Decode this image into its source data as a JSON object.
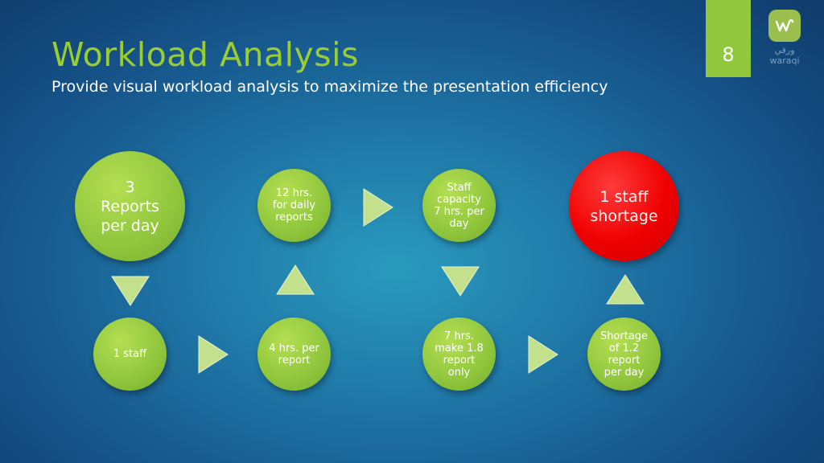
{
  "slide": {
    "title": "Workload Analysis",
    "subtitle": "Provide visual workload analysis to maximize the presentation efficiency",
    "page_number": "8"
  },
  "logo": {
    "text": "ورقي\nwaraqi"
  },
  "colors": {
    "green": "#92c83e",
    "red": "#f00000",
    "title": "#9acd32"
  },
  "nodes": {
    "reports_per_day": "3\nReports\nper day",
    "one_staff": "1 staff",
    "four_hrs": "4 hrs. per\nreport",
    "twelve_hrs": "12 hrs.\nfor daily\nreports",
    "staff_capacity": "Staff\ncapacity\n7 hrs. per\nday",
    "seven_hrs": "7 hrs.\nmake 1.8\nreport\nonly",
    "shortage": "Shortage\nof 1.2\nreport\nper day",
    "staff_shortage": "1 staff\nshortage"
  }
}
